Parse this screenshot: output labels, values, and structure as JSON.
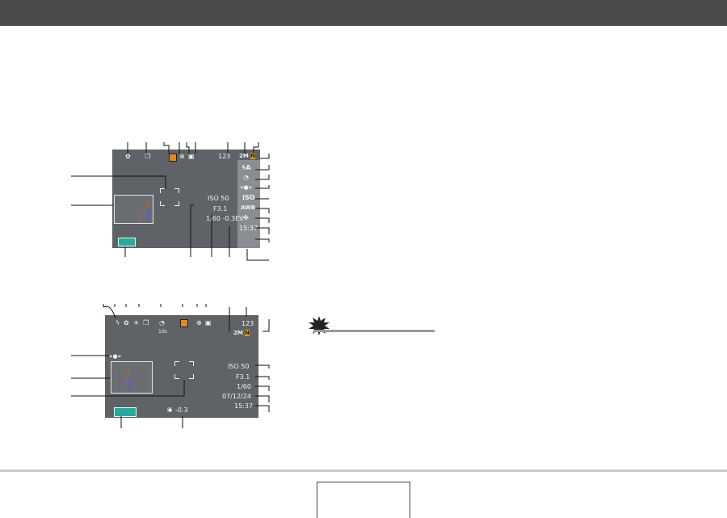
{
  "screen_one": {
    "shots": "123",
    "flash": "ϟA",
    "iso_right": "ISO",
    "awb": "AWB",
    "iso_value": "ISO 50",
    "aperture": "F3.1",
    "shutter_ev": "1/60 -0.3EV",
    "time": "15:37"
  },
  "screen_two": {
    "shots": "123",
    "self_timer": "10s",
    "iso_value": "ISO 50",
    "aperture": "F3.1",
    "shutter": "1/60",
    "date": "07/12/24",
    "time": "15:37",
    "ev": "-0.3"
  },
  "colors": {
    "title_bar": "#4a4a4a",
    "screen_bg": "#5f6367",
    "panel_bg": "#8a8e92",
    "battery": "#2aa89a",
    "orange": "#e58a1e",
    "burst": "#222222"
  },
  "icons": [
    "macro-icon",
    "continuous-shutter-icon",
    "focus-frame-icon",
    "zoom-icon",
    "metering-icon",
    "flash-icon",
    "self-timer-icon",
    "anti-shake-icon",
    "white-balance-icon",
    "color-filter-icon",
    "battery-icon",
    "histogram-icon",
    "important-burst-icon"
  ]
}
